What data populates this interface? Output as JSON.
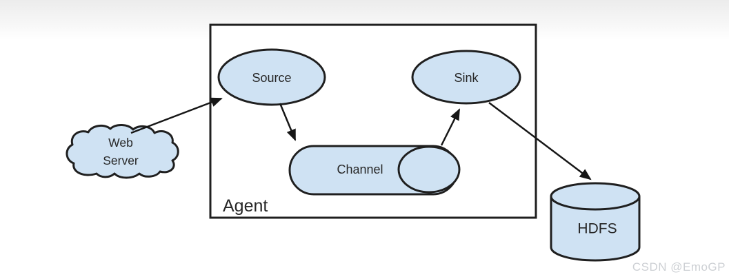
{
  "diagram": {
    "nodes": {
      "web_server": {
        "label_line1": "Web",
        "label_line2": "Server",
        "shape": "cloud"
      },
      "agent": {
        "label": "Agent",
        "shape": "rectangle"
      },
      "source": {
        "label": "Source",
        "shape": "ellipse"
      },
      "channel": {
        "label": "Channel",
        "shape": "capsule-with-circle-end"
      },
      "sink": {
        "label": "Sink",
        "shape": "ellipse"
      },
      "hdfs": {
        "label": "HDFS",
        "shape": "cylinder"
      }
    },
    "edges": [
      {
        "from": "Web Server",
        "to": "Source"
      },
      {
        "from": "Source",
        "to": "Channel"
      },
      {
        "from": "Channel",
        "to": "Sink"
      },
      {
        "from": "Sink",
        "to": "HDFS"
      }
    ],
    "colors": {
      "node_fill": "#cfe2f3",
      "node_border": "#1f1f1f",
      "arrow": "#161616",
      "text": "#262626",
      "watermark": "#cdd0d4",
      "background_top": "#ececec",
      "background": "#ffffff"
    }
  },
  "watermark": {
    "text": "CSDN @EmoGP"
  }
}
